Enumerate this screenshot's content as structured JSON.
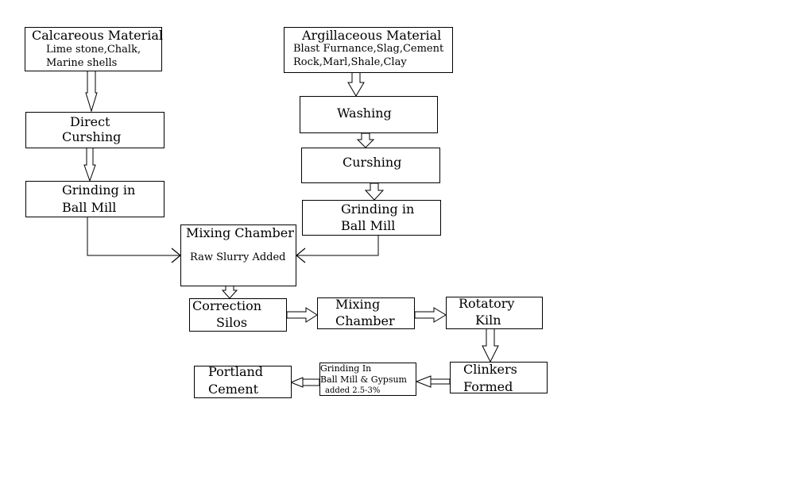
{
  "calcareous": {
    "title": "Calcareous Material",
    "line1": "Lime stone,Chalk,",
    "line2": "Marine shells"
  },
  "argillaceous": {
    "title": "Argillaceous Material",
    "line1": "Blast Furnance,Slag,Cement",
    "line2": "Rock,Marl,Shale,Clay"
  },
  "direct_crushing": {
    "line1": "Direct",
    "line2": "Curshing"
  },
  "grinding_left": {
    "line1": "Grinding in",
    "line2": "Ball Mill"
  },
  "washing": {
    "label": "Washing"
  },
  "crushing_right": {
    "label": "Curshing"
  },
  "grinding_right": {
    "line1": "Grinding in",
    "line2": "Ball Mill"
  },
  "mixing_chamber_1": {
    "title": "Mixing Chamber",
    "sub": "Raw Slurry Added"
  },
  "correction_silos": {
    "line1": "Correction",
    "line2": "Silos"
  },
  "mixing_chamber_2": {
    "line1": "Mixing",
    "line2": "Chamber"
  },
  "rotatory_kiln": {
    "line1": "Rotatory",
    "line2": "Kiln"
  },
  "clinkers": {
    "line1": "Clinkers",
    "line2": "Formed"
  },
  "grinding_gypsum": {
    "line1": "Grinding In",
    "line2": "Ball Mill & Gypsum",
    "line3": "added 2.5-3%"
  },
  "portland": {
    "line1": "Portland",
    "line2": "Cement"
  }
}
